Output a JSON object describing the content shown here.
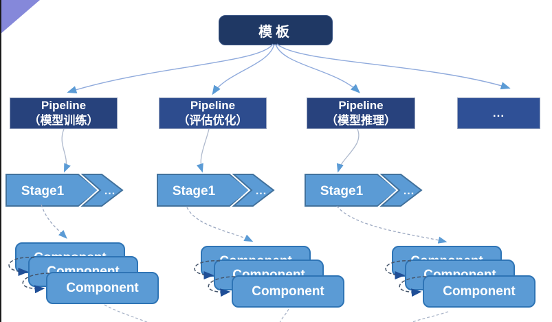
{
  "colors": {
    "navy": "#1f3864",
    "pipeline1": "#27427c",
    "pipeline2": "#2d4c8e",
    "pipeline3": "#28427d",
    "pipeline4": "#2f5096",
    "stage_fill": "#5b9bd5",
    "stage_border": "#41719c",
    "component_fill": "#5b9bd5",
    "component_border": "#2e74b5",
    "connector": "#8faadc",
    "arrow": "#5b9bd5",
    "loop": "#44546a",
    "loop_arrow": "#1f4e96",
    "corner": "#8588da"
  },
  "root": {
    "label": "模板"
  },
  "pipelines": [
    {
      "line1": "Pipeline",
      "line2": "（模型训练）"
    },
    {
      "line1": "Pipeline",
      "line2": "（评估优化）"
    },
    {
      "line1": "Pipeline",
      "line2": "（模型推理）"
    },
    {
      "label": "..."
    }
  ],
  "stages": [
    {
      "label": "Stage1",
      "more": "..."
    },
    {
      "label": "Stage1",
      "more": "..."
    },
    {
      "label": "Stage1",
      "more": "..."
    }
  ],
  "stacks": [
    {
      "boxes": [
        "Component",
        "Component",
        "Component"
      ]
    },
    {
      "boxes": [
        "Component",
        "Component",
        "Component"
      ]
    },
    {
      "boxes": [
        "Component",
        "Component",
        "Component"
      ]
    }
  ]
}
